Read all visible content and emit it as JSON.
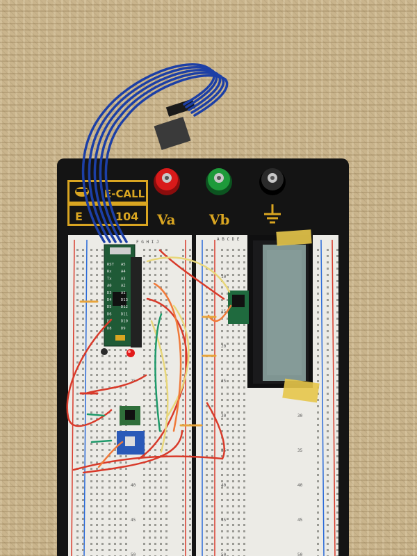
{
  "board": {
    "brand_text": "E-CALL",
    "model_prefix": "E",
    "model_suffix": "104"
  },
  "terminals": [
    {
      "label": "Va",
      "color": "#d81a1a"
    },
    {
      "label": "Vb",
      "color": "#1e9a3a"
    },
    {
      "label": "",
      "color": "#1a1a1a"
    }
  ],
  "column_letters_left": "F G H I J",
  "column_letters_right": "A B C D E",
  "row_numbers": [
    "10",
    "15",
    "20",
    "25",
    "30",
    "35",
    "40",
    "45",
    "50"
  ],
  "mcu_pin_labels_left": [
    "RST",
    "Rx",
    "Tx",
    "A0",
    "D3",
    "D4",
    "D5",
    "D6",
    "D7",
    "D8"
  ],
  "mcu_pin_labels_right": [
    "A5",
    "A4",
    "A3",
    "A2",
    "A1",
    "D13",
    "D12",
    "D11",
    "D10",
    "D9"
  ],
  "colors": {
    "board": "#141414",
    "breadboard": "#ecebe6",
    "pcb": "#1f5a36",
    "lcd": "#7f9592",
    "tape": "#e7c64a",
    "wire_blue": "#1c3fa6",
    "wire_red": "#d83a2a",
    "wire_yellow": "#e8d77a",
    "wire_orange": "#f07a3a",
    "wire_green": "#1e9a6a",
    "led": "#e21b1b"
  }
}
